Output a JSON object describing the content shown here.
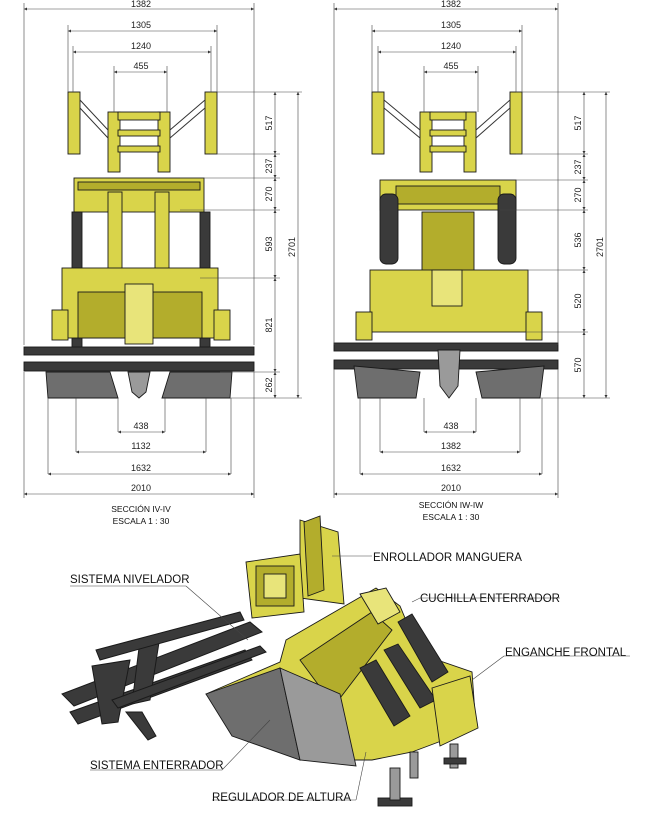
{
  "left_view": {
    "top_dims": [
      "1382",
      "1305",
      "1240",
      "455"
    ],
    "right_dims": [
      "517",
      "237",
      "270",
      "593",
      "821",
      "262"
    ],
    "overall_height": "2701",
    "bottom_dims": [
      "438",
      "1132",
      "1632",
      "2010"
    ],
    "caption_line1": "SECCIÓN IV-IV",
    "caption_line2": "ESCALA 1 : 30"
  },
  "right_view": {
    "top_dims": [
      "1382",
      "1305",
      "1240",
      "455"
    ],
    "right_dims": [
      "517",
      "237",
      "270",
      "536",
      "520",
      "570"
    ],
    "overall_height": "2701",
    "bottom_dims": [
      "438",
      "1382",
      "1632",
      "2010"
    ],
    "caption_line1": "SECCIÓN IW-IW",
    "caption_line2": "ESCALA 1 : 30"
  },
  "iso_labels": {
    "enrollador": "ENROLLADOR MANGUERA",
    "nivelador": "SISTEMA NIVELADOR",
    "cuchilla": "CUCHILLA ENTERRADOR",
    "enganche": "ENGANCHE FRONTAL",
    "enterrador": "SISTEMA ENTERRADOR",
    "regulador": "REGULADOR DE ALTURA"
  },
  "colors": {
    "frame_yellow": "#d9d44a",
    "frame_dark": "#3a3a3a",
    "blade_grey": "#6e6e6e"
  }
}
